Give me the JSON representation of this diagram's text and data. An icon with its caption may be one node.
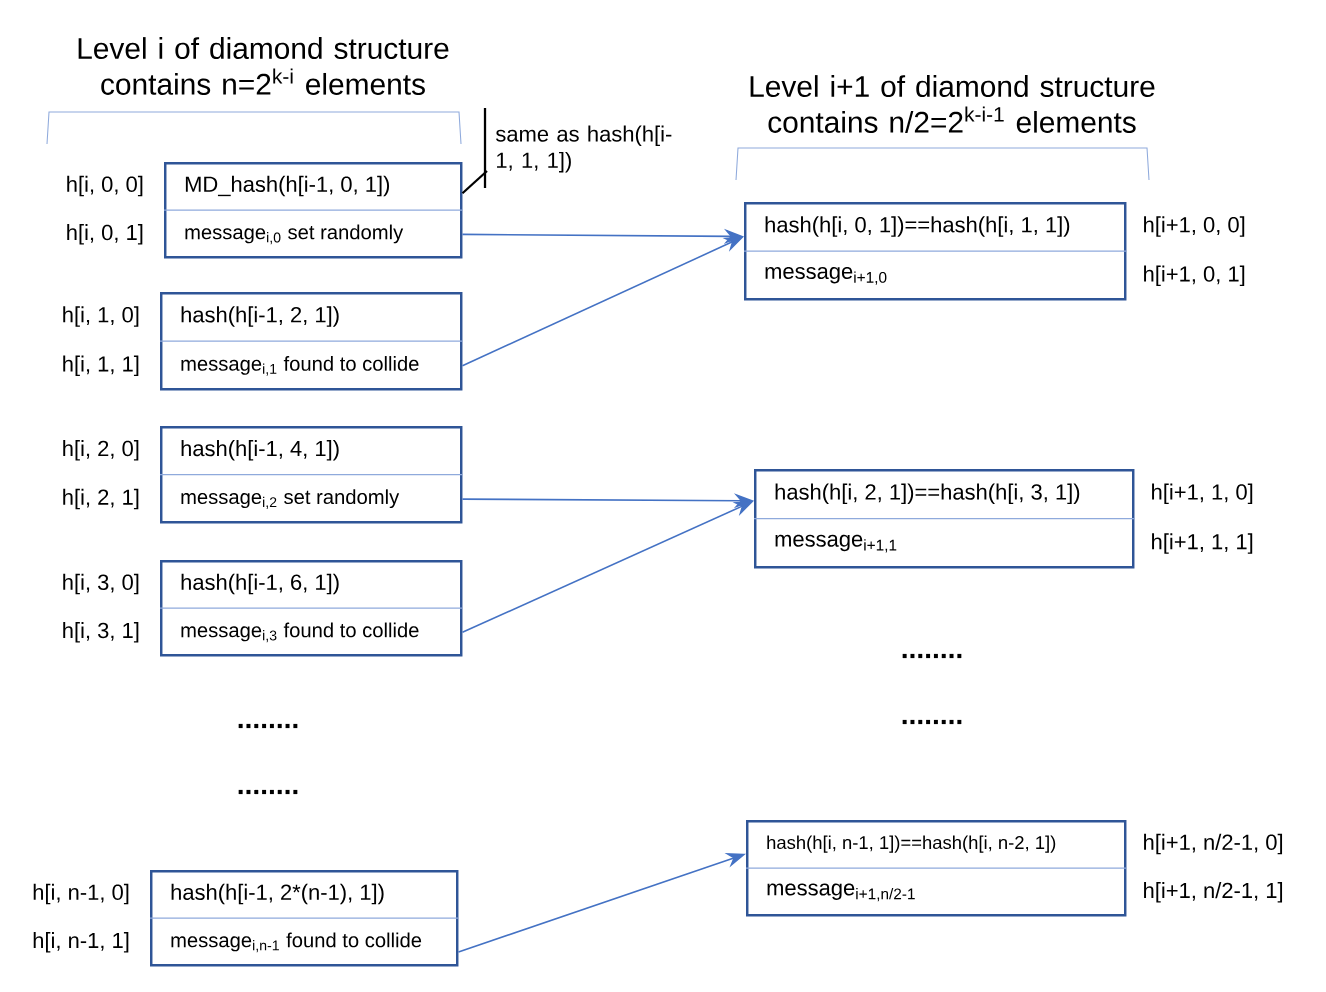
{
  "diagram": {
    "nodes": [
      {
        "text": [
          "MD_hash(h[i-1, 0, 1])",
          "message$_{i,0}$ set randomly"
        ],
        "beside": [
          "h[i, 0, 0]",
          "h[i, 0, 1]"
        ]
      },
      {
        "text": [
          "hash(h[i-1, 2, 1])",
          "message$_{i,1}$ found to collide"
        ],
        "beside": [
          "h[i, 1, 0]",
          "h[i, 1, 1]"
        ]
      },
      {
        "text": [
          "hash(h[i-1, 4, 1])",
          "message$_{i,2}$ set randomly"
        ],
        "beside": [
          "h[i, 2, 0]",
          "h[i, 2, 1]"
        ]
      },
      {
        "text": [
          "hash(h[i-1, 6, 1])",
          "message$_{i,3}$ found to collide"
        ],
        "beside": [
          "h[i, 3, 0]",
          "h[i, 3, 1]"
        ]
      },
      {
        "text": [
          "hash(h[i-1, 2*(n-1), 1])",
          "message$_{i,n-1}$ found to collide"
        ],
        "beside": [
          "h[i, n-1, 0]",
          "h[i, n-1, 1]"
        ]
      },
      {
        "text": [
          "hash(h[i, 0, 1])==hash(h[i, 1, 1])",
          "message$_{i+1,0}$"
        ],
        "beside": [
          "h[i+1, 0, 0]",
          "h[i+1, 0, 1]"
        ]
      },
      {
        "text": [
          "hash(h[i, 2, 1])==hash(h[i, 3, 1])",
          "message$_{i+1,1}$"
        ],
        "beside": [
          "h[i+1, 1, 0]",
          "h[i+1, 1, 1]"
        ]
      },
      {
        "text": [
          "hash(h[i, n-1, 1])==hash(h[i, n-2, 1])",
          "message$_{i+1,n/2-1}$"
        ],
        "beside": [
          "h[i+1, n/2-1, 0]",
          "h[i+1, n/2-1, 1]"
        ]
      },
      {
        "text": [
          "same as hash(h[i-1, 1, 1])"
        ]
      }
    ],
    "edges": [
      {
        "from": 0,
        "to": 5,
        "arrow": "to"
      },
      {
        "from": 1,
        "to": 5,
        "arrow": "to"
      },
      {
        "from": 2,
        "to": 6,
        "arrow": "to"
      },
      {
        "from": 3,
        "to": 6,
        "arrow": "to"
      },
      {
        "from": 4,
        "to": 7,
        "arrow": "to"
      },
      {
        "from": 8,
        "to": 0,
        "arrow": "none",
        "color": "#000000"
      }
    ],
    "labels": [
      "Level i of diamond structure contains n=2$^{k-i}$ elements",
      "Level i+1 of diamond structure contains n/2=2$^{k-i-1}$ elements",
      "........",
      "........",
      "........",
      "........"
    ]
  }
}
